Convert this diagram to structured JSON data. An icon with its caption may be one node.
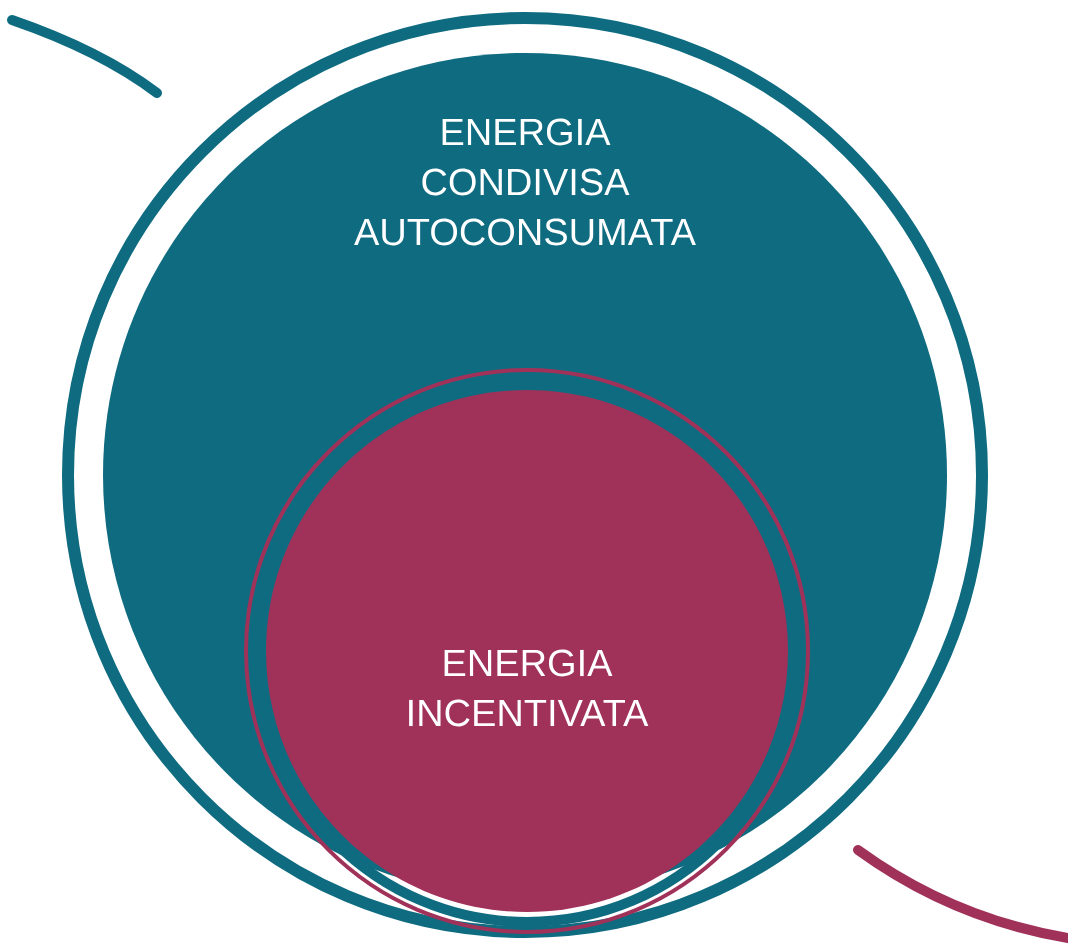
{
  "diagram": {
    "nodes": [
      {
        "text": [
          "ENERGIA CONDIVISA AUTOCONSUMATA"
        ]
      },
      {
        "text": [
          "ENERGIA INCENTIVATA"
        ],
        "in": 0
      }
    ]
  }
}
